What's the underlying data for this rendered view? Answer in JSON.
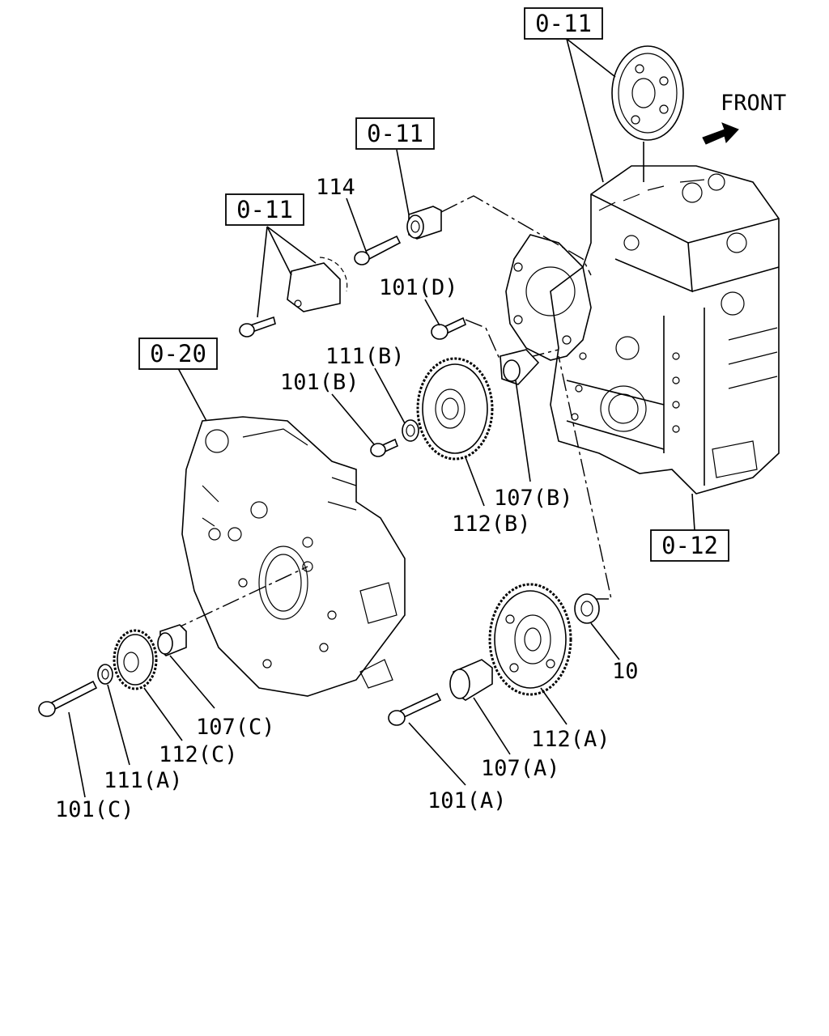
{
  "diagram": {
    "direction_label": "FRONT",
    "group_refs": {
      "g1": "0-11",
      "g2": "0-11",
      "g3": "0-11",
      "g4": "0-20",
      "g5": "0-12"
    },
    "callouts": {
      "c114": "114",
      "c101D": "101(D)",
      "c111B": "111(B)",
      "c101B": "101(B)",
      "c107B": "107(B)",
      "c112B": "112(B)",
      "c10": "10",
      "c112A": "112(A)",
      "c107A": "107(A)",
      "c101A": "101(A)",
      "c107C": "107(C)",
      "c112C": "112(C)",
      "c111A": "111(A)",
      "c101C": "101(C)"
    }
  }
}
